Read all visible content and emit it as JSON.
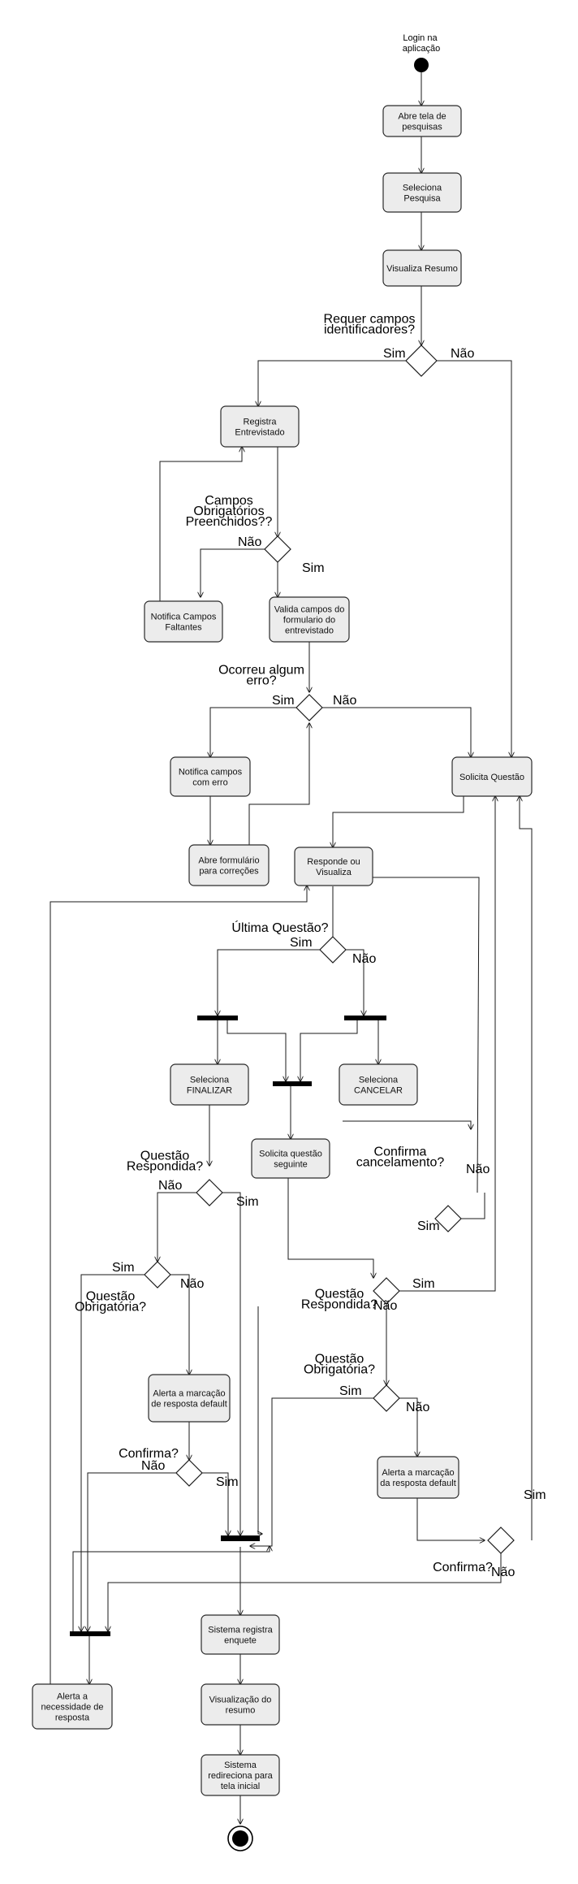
{
  "start_label": [
    "Login na",
    "aplicação"
  ],
  "activities": {
    "a1": [
      "Abre tela de",
      "pesquisas"
    ],
    "a2": [
      "Seleciona",
      "Pesquisa"
    ],
    "a3": [
      "Visualiza Resumo"
    ],
    "a4": [
      "Registra",
      "Entrevistado"
    ],
    "a5": [
      "Notifica Campos",
      "Faltantes"
    ],
    "a6": [
      "Valida campos do",
      "formulario do",
      "entrevistado"
    ],
    "a7": [
      "Notifica campos",
      "com erro"
    ],
    "a8": [
      "Abre formulário",
      "para correções"
    ],
    "a9": [
      "Solicita Questão"
    ],
    "a10": [
      "Responde ou",
      "Visualiza"
    ],
    "a11": [
      "Seleciona",
      "FINALIZAR"
    ],
    "a12": [
      "Seleciona",
      "CANCELAR"
    ],
    "a13": [
      "Solicita questão",
      "seguinte"
    ],
    "a14": [
      "Alerta a marcação",
      "de resposta default"
    ],
    "a15": [
      "Alerta a marcação",
      "da resposta default"
    ],
    "a16": [
      "Sistema registra",
      "enquete"
    ],
    "a17": [
      "Visualização do",
      "resumo"
    ],
    "a18": [
      "Alerta a",
      "necessidade de",
      "resposta"
    ],
    "a19": [
      "Sistema",
      "redireciona para",
      "tela inicial"
    ]
  },
  "decision_labels": {
    "d1": [
      "Requer campos",
      "identificadores?"
    ],
    "d2": [
      "Campos",
      "Obrigatórios",
      "Preenchidos??"
    ],
    "d3": [
      "Ocorreu algum",
      "erro?"
    ],
    "d4": [
      "Última Questão?"
    ],
    "d5": [
      "Questão",
      "Respondida?"
    ],
    "d6": [
      "Confirma",
      "cancelamento?"
    ],
    "d7": [
      "Questão",
      "Obrigatória?"
    ],
    "d8": [
      "Questão",
      "Respondida?"
    ],
    "d9": [
      "Confirma?"
    ],
    "d10": [
      "Questão",
      "Obrigatória?"
    ],
    "d11": [
      "Confirma?"
    ]
  },
  "guards": {
    "yes": "Sim",
    "no": "Não"
  }
}
